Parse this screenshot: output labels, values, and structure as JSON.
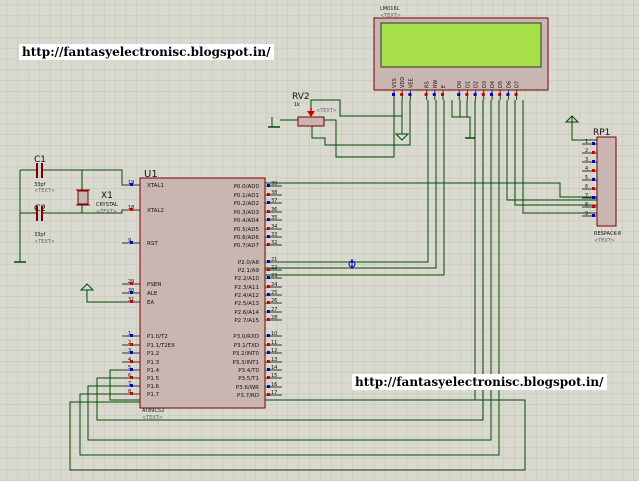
{
  "urls": {
    "top": "http://fantasyelectronisc.blogspot.in/",
    "bottom": "http://fantasyelectronisc.blogspot.in/"
  },
  "text_placeholder": "<TEXT>",
  "lcd": {
    "part": "LM016L",
    "pins": [
      "VSS",
      "VDD",
      "VEE",
      "RS",
      "RW",
      "E",
      "D0",
      "D1",
      "D2",
      "D3",
      "D4",
      "D5",
      "D6",
      "D7"
    ]
  },
  "pot": {
    "ref": "RV2",
    "value": "1k"
  },
  "caps": [
    {
      "ref": "C1",
      "value": "33pf"
    },
    {
      "ref": "C2",
      "value": "33pf"
    }
  ],
  "crystal": {
    "ref": "X1",
    "type": "CRYSTAL"
  },
  "mcu": {
    "ref": "U1",
    "part": "AT89C52",
    "left_pins": [
      {
        "num": "19",
        "label": "XTAL1"
      },
      {
        "num": "18",
        "label": "XTAL2"
      },
      {
        "num": "9",
        "label": "RST"
      },
      {
        "num": "29",
        "label": "PSEN"
      },
      {
        "num": "30",
        "label": "ALE"
      },
      {
        "num": "31",
        "label": "EA"
      },
      {
        "num": "1",
        "label": "P1.0/T2"
      },
      {
        "num": "2",
        "label": "P1.1/T2EX"
      },
      {
        "num": "3",
        "label": "P1.2"
      },
      {
        "num": "4",
        "label": "P1.3"
      },
      {
        "num": "5",
        "label": "P1.4"
      },
      {
        "num": "6",
        "label": "P1.5"
      },
      {
        "num": "7",
        "label": "P1.6"
      },
      {
        "num": "8",
        "label": "P1.7"
      }
    ],
    "right_pins": [
      {
        "num": "39",
        "label": "P0.0/AD0"
      },
      {
        "num": "38",
        "label": "P0.1/AD1"
      },
      {
        "num": "37",
        "label": "P0.2/AD2"
      },
      {
        "num": "36",
        "label": "P0.3/AD3"
      },
      {
        "num": "35",
        "label": "P0.4/AD4"
      },
      {
        "num": "34",
        "label": "P0.5/AD5"
      },
      {
        "num": "33",
        "label": "P0.6/AD6"
      },
      {
        "num": "32",
        "label": "P0.7/AD7"
      },
      {
        "num": "21",
        "label": "P2.0/A8"
      },
      {
        "num": "22",
        "label": "P2.1/A9"
      },
      {
        "num": "23",
        "label": "P2.2/A10"
      },
      {
        "num": "24",
        "label": "P2.3/A11"
      },
      {
        "num": "25",
        "label": "P2.4/A12"
      },
      {
        "num": "26",
        "label": "P2.5/A13"
      },
      {
        "num": "27",
        "label": "P2.6/A14"
      },
      {
        "num": "28",
        "label": "P2.7/A15"
      },
      {
        "num": "10",
        "label": "P3.0/RXD"
      },
      {
        "num": "11",
        "label": "P3.1/TXD"
      },
      {
        "num": "12",
        "label": "P3.2/INT0"
      },
      {
        "num": "13",
        "label": "P3.3/INT1"
      },
      {
        "num": "14",
        "label": "P3.4/T0"
      },
      {
        "num": "15",
        "label": "P3.5/T1"
      },
      {
        "num": "16",
        "label": "P3.6/WR"
      },
      {
        "num": "17",
        "label": "P3.7/RD"
      }
    ]
  },
  "rp": {
    "ref": "RP1",
    "type": "RESPACK-8",
    "pins": [
      "1",
      "2",
      "3",
      "4",
      "5",
      "6",
      "7",
      "8",
      "9"
    ]
  },
  "colors": {
    "background": "#d9d9cf",
    "grid": "#c6c6ba",
    "wire": "#004a00",
    "body": "#c9b6b0",
    "outline": "#7a0000",
    "lcd_screen": "#a8e04a",
    "pin_blue": "#0000cc",
    "pin_red": "#cc0000"
  }
}
